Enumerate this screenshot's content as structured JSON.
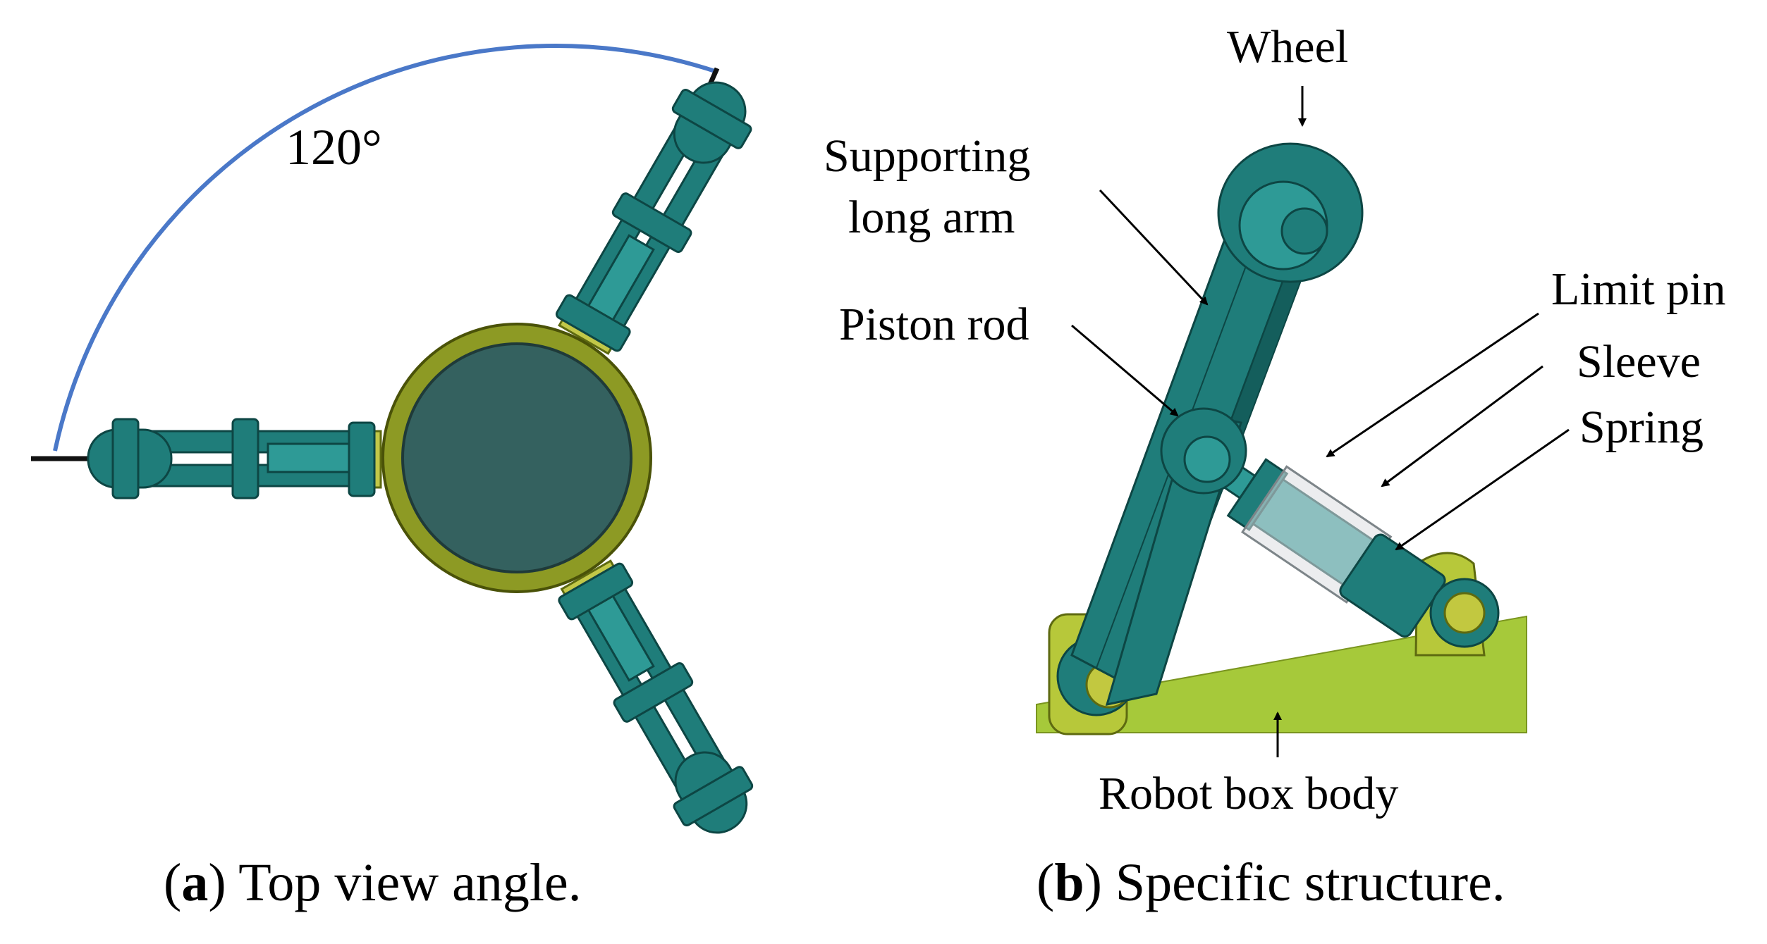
{
  "panel_a": {
    "angle_label": "120°",
    "caption_letter": "a",
    "caption_text": " Top view angle."
  },
  "panel_b": {
    "labels": {
      "wheel": "Wheel",
      "supporting_1": "Supporting",
      "supporting_2": "long arm",
      "piston_rod": "Piston rod",
      "limit_pin": "Limit pin",
      "sleeve": "Sleeve",
      "spring": "Spring",
      "robot_box_body": "Robot box body"
    },
    "caption_letter": "b",
    "caption_text": " Specific structure."
  },
  "colors": {
    "teal": "#1f7d7a",
    "teal_dark": "#145e5c",
    "teal_light": "#2e9a96",
    "olive": "#8d9a24",
    "olive_dark": "#5e6a10",
    "hub_fill": "#34615f",
    "body_green": "#a6c93a",
    "arc_blue": "#4a78c8"
  }
}
